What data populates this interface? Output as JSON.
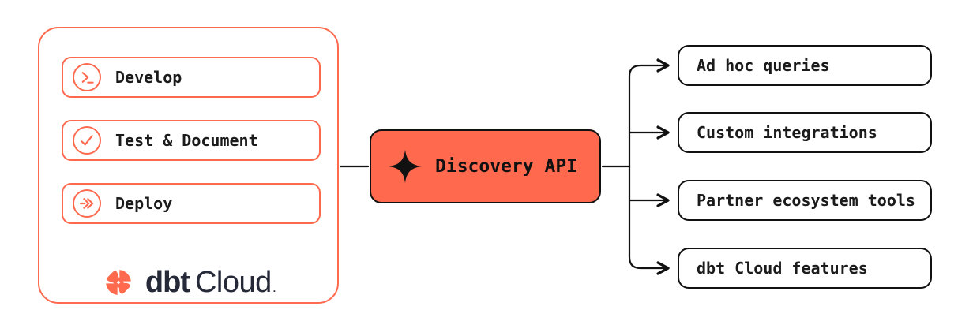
{
  "diagram": {
    "source_panel": {
      "items": [
        {
          "icon": "terminal-icon",
          "label": "Develop"
        },
        {
          "icon": "check-circle-icon",
          "label": "Test & Document"
        },
        {
          "icon": "double-arrow-icon",
          "label": "Deploy"
        }
      ],
      "logo": {
        "mark": "dbt-logo-icon",
        "bold_text": "dbt",
        "regular_text": "Cloud",
        "trademark": "."
      }
    },
    "hub": {
      "icon": "sparkle-icon",
      "label": "Discovery API"
    },
    "outputs": [
      "Ad hoc queries",
      "Custom integrations",
      "Partner ecosystem tools",
      "dbt Cloud features"
    ],
    "colors": {
      "accent_orange": "#ff6a4f",
      "hub_fill": "#ff6a4f",
      "line_black": "#111111",
      "logo_navy": "#262a38"
    }
  }
}
